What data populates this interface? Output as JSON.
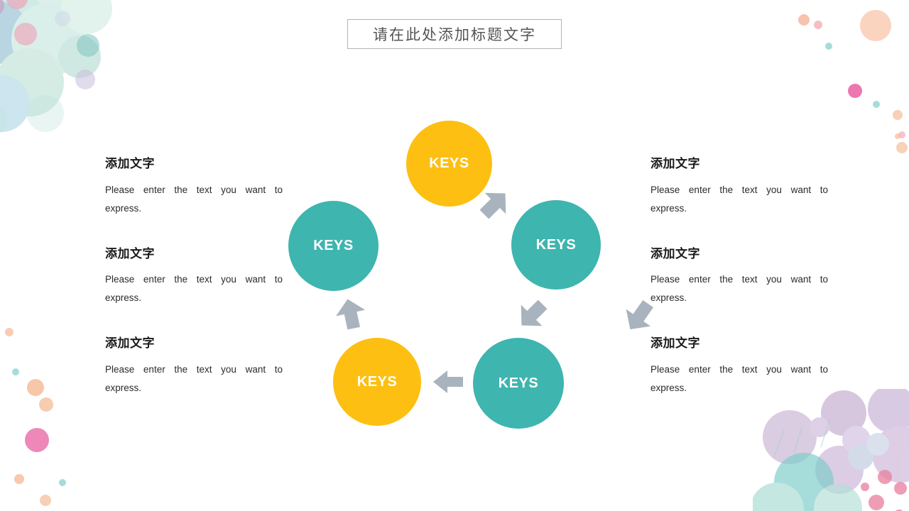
{
  "title": {
    "text": "请在此处添加标题文字"
  },
  "theme": {
    "yellow": "#FDBF11",
    "teal": "#3EB5AF",
    "arrow_gray": "#A8B3BE",
    "title_border": "#B3B3B3",
    "title_color": "#555555",
    "heading_color": "#1A1A1A",
    "body_color": "#2B2B2B",
    "background": "#FFFFFF"
  },
  "columns": {
    "left": [
      {
        "heading": "添加文字",
        "body": "Please enter the text you want to express."
      },
      {
        "heading": "添加文字",
        "body": "Please enter the text you want to express."
      },
      {
        "heading": "添加文字",
        "body": "Please enter the text you want to express."
      }
    ],
    "right": [
      {
        "heading": "添加文字",
        "body": "Please enter the text you want to express."
      },
      {
        "heading": "添加文字",
        "body": "Please enter the text you want to express."
      },
      {
        "heading": "添加文字",
        "body": "Please enter the text you want to express."
      }
    ]
  },
  "cycle": {
    "nodes": [
      {
        "id": "top",
        "label": "KEYS",
        "color": "#FDBF11"
      },
      {
        "id": "right",
        "label": "KEYS",
        "color": "#3EB5AF"
      },
      {
        "id": "bottom-right",
        "label": "KEYS",
        "color": "#3EB5AF"
      },
      {
        "id": "bottom-left",
        "label": "KEYS",
        "color": "#FDBF11"
      },
      {
        "id": "left",
        "label": "KEYS",
        "color": "#3EB5AF"
      }
    ],
    "arrows": [
      {
        "id": "top-to-right",
        "direction": "down-right"
      },
      {
        "id": "left-to-top",
        "direction": "up-right"
      },
      {
        "id": "right-to-bottom-right",
        "direction": "down-right"
      },
      {
        "id": "bottom-left-to-left",
        "direction": "up-left"
      },
      {
        "id": "bottom-right-to-bottom-left",
        "direction": "left"
      }
    ]
  },
  "decorations": {
    "top_left": "watercolor-splatter-mint-pink",
    "bottom_right": "watercolor-splatter-purple-teal",
    "left_dots": "paint-dots-peach-pink",
    "right_dots": "paint-dots-peach-teal"
  }
}
